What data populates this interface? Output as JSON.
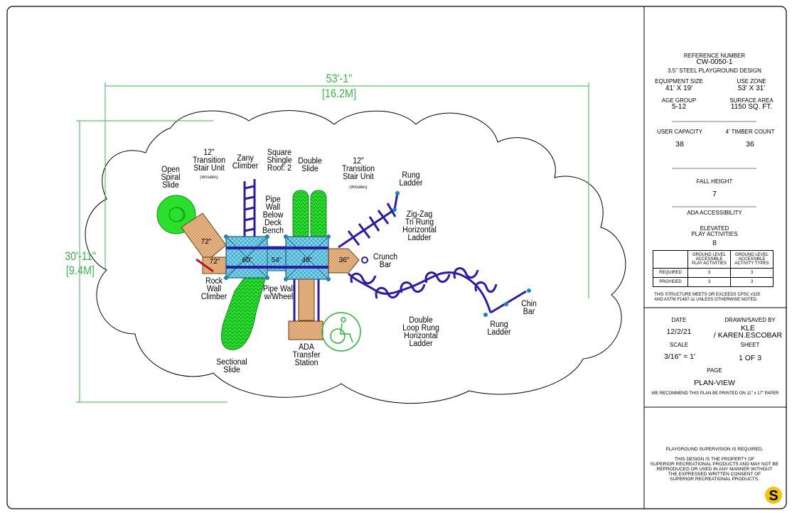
{
  "labels": {
    "open_spiral_slide": "Open\nSpiral\nSlide",
    "transition_left": "12\"\nTransition\nStair Unit",
    "transition_left_note": "(W/Gates)",
    "zany_climber": "Zany\nClimber",
    "square_shingle_roof": "Square\nShingle\nRoof: 2",
    "double_slide": "Double\nSlide",
    "transition_right": "12\"\nTransition\nStair Unit",
    "transition_right_note": "(W/Gates)",
    "pipe_wall_below_deck_bench": "Pipe\nWall\nBelow\nDeck\nBench",
    "rung_ladder_top": "Rung\nLadder",
    "zig_zag": "Zig-Zag\nTri Rung\nHorizontal\nLadder",
    "crunch_bar": "Crunch\nBar",
    "rock_wall_climber": "Rock\nWall\nClimber",
    "pipe_wall_wheel": "Pipe Wall\nw/Wheel",
    "double_loop": "Double\nLoop Rung\nHorizontal\nLadder",
    "chin_bar": "Chin\nBar",
    "rung_ladder_bottom": "Rung\nLadder",
    "sectional_slide": "Sectional\nSlide",
    "ada_transfer": "ADA\nTransfer\nStation"
  },
  "deck_heights": [
    "72\"",
    "72\"",
    "60\"",
    "54\"",
    "48\"",
    "36\""
  ],
  "dimensions": {
    "width_ft": "53'-1\"",
    "width_m": "[16.2M]",
    "depth_ft": "30'-11\"",
    "depth_m": "[9.4M]"
  },
  "title_block": {
    "reference_label": "REFERENCE NUMBER",
    "reference_number": "CW-0050-1",
    "design_name": "3.5\" STEEL PLAYGROUND DESIGN",
    "equipment_size_label": "EQUIPMENT SIZE",
    "equipment_size": "41' X 19'",
    "use_zone_label": "USE ZONE",
    "use_zone": "53' X 31'",
    "age_group_label": "AGE GROUP",
    "age_group": "5-12",
    "surface_area_label": "SURFACE AREA",
    "surface_area": "1150 SQ. FT.",
    "user_capacity_label": "USER CAPACITY",
    "user_capacity": "38",
    "timber_count_label": "4' TIMBER COUNT",
    "timber_count": "36",
    "fall_height_label": "FALL HEIGHT",
    "fall_height": "7",
    "ada_label": "ADA ACCESSIBILITY",
    "elevated_label": "ELEVATED\nPLAY ACTIVITIES",
    "elevated_value": "8",
    "table_head_1": "GROUND LEVEL\nACCESSIBLE\nPLAY ACTIVITIES",
    "table_head_2": "GROUND LEVEL\nACCESSIBLE\nACTIVITY TYPES",
    "row_required": "REQUIRED",
    "required_1": "3",
    "required_2": "3",
    "row_provided": "PROVIDED",
    "provided_1": "3",
    "provided_2": "3",
    "compliance_note": "THIS STRUCTURE MEETS OR EXCEEDS CPSC #325\nAND ASTM F1487-11 UNLESS OTHERWISE NOTED.",
    "date_label": "DATE",
    "date": "12/2/21",
    "drawn_label": "DRAWN/SAVED BY",
    "drawn_by": "KLE\n/ KAREN.ESCOBAR",
    "scale_label": "SCALE",
    "scale": "3/16\" = 1'",
    "sheet_label": "SHEET",
    "sheet": "1 OF 3",
    "page_label": "PAGE",
    "page": "PLAN-VIEW",
    "print_note": "WE RECOMMEND THIS PLAN BE PRINTED ON 11\" x 17\" PAPER",
    "supervision_note": "PLAYGROUND SUPERVISION IS REQUIRED.",
    "property_note": "THIS DESIGN IS THE PROPERTY OF\nSUPERIOR RECREATIONAL PRODUCTS AND MAY NOT BE\nREPRODUCED OR USED IN ANY MANNER WITHOUT\nTHE EXPRESSED WRITTEN CONSENT OF\nSUPERIOR RECREATIONAL PRODUCTS."
  },
  "colors": {
    "dimension": "#3bb34a",
    "slide": "#22e02a",
    "deck": "#5fc8e0",
    "frame": "#2c1aa8",
    "stair": "#e8b98a"
  }
}
